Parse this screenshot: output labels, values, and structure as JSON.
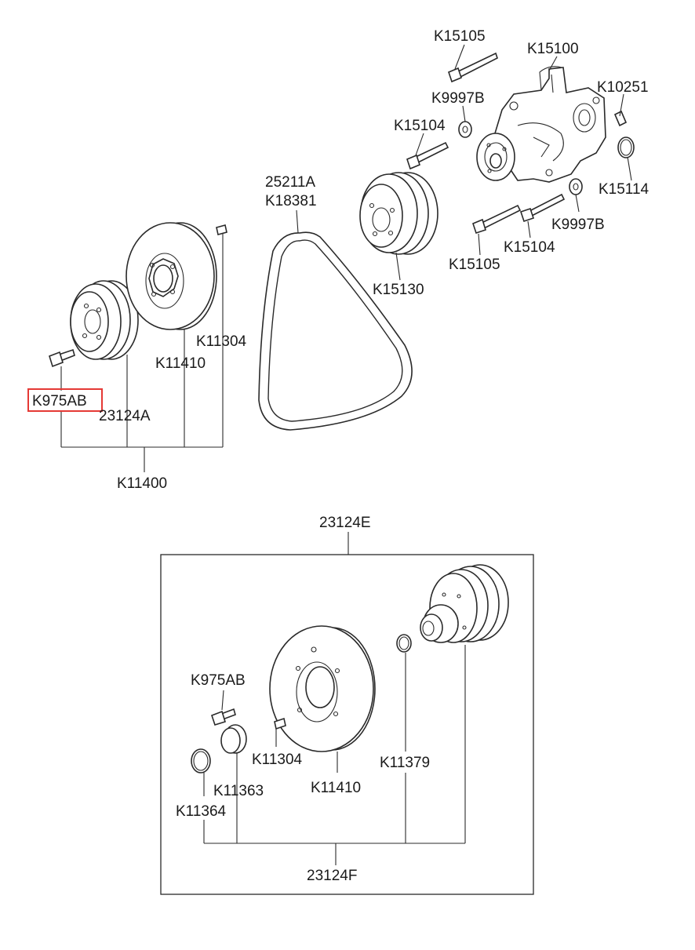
{
  "highlight_color": "#e53935",
  "labels": {
    "k15105_top": "K15105",
    "k15100": "K15100",
    "k10251": "K10251",
    "k9997b_top": "K9997B",
    "k15104_top": "K15104",
    "k15114": "K15114",
    "k9997b_bottom": "K9997B",
    "k15104_bottom": "K15104",
    "k15105_bottom": "K15105",
    "k15130": "K15130",
    "belt_a": "25211A",
    "belt_b": "K18381",
    "k11304_top": "K11304",
    "k11410_top": "K11410",
    "k975ab_top": "K975AB",
    "pulley_23124a": "23124A",
    "k11400": "K11400",
    "group_23124e": "23124E",
    "k975ab_bottom": "K975AB",
    "k11304_bottom": "K11304",
    "k11379": "K11379",
    "k11363": "K11363",
    "k11410_bottom": "K11410",
    "k11364": "K11364",
    "group_23124f": "23124F"
  }
}
